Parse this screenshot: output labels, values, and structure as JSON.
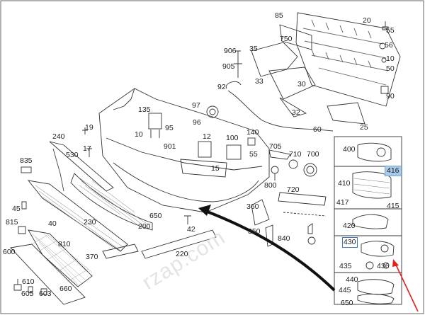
{
  "diagram": {
    "watermark": "rzap.com",
    "labels": {
      "p85": "85",
      "p20": "20",
      "p55a": "55",
      "p750": "750",
      "p56": "56",
      "p906": "906",
      "p35": "35",
      "p905": "905",
      "p10a": "10",
      "p50": "50",
      "p33": "33",
      "p92": "92",
      "p30": "30",
      "p90": "90",
      "p97": "97",
      "p135": "135",
      "p96": "96",
      "p32": "32",
      "p25": "25",
      "p10b": "10",
      "p95": "95",
      "p60": "60",
      "p19": "19",
      "p240": "240",
      "p901": "901",
      "p12": "12",
      "p100": "100",
      "p140": "140",
      "p530": "530",
      "p17": "17",
      "p15": "15",
      "p705": "705",
      "p835": "835",
      "p55b": "55",
      "p710": "710",
      "p700": "700",
      "p800": "800",
      "p720": "720",
      "p400": "400",
      "p416": "416",
      "p410": "410",
      "p417": "417",
      "p415": "415",
      "p45": "45",
      "p650": "650",
      "p360": "360",
      "p200": "200",
      "p42": "42",
      "p815": "815",
      "p40": "40",
      "p230": "230",
      "p350": "350",
      "p840": "840",
      "p420": "420",
      "p430": "430",
      "p435": "435",
      "p436": "436",
      "p810": "810",
      "p600": "600",
      "p370": "370",
      "p220": "220",
      "p440": "440",
      "p445": "445",
      "p650b": "650",
      "p610": "610",
      "p605": "605",
      "p603": "603",
      "p660": "660"
    }
  }
}
